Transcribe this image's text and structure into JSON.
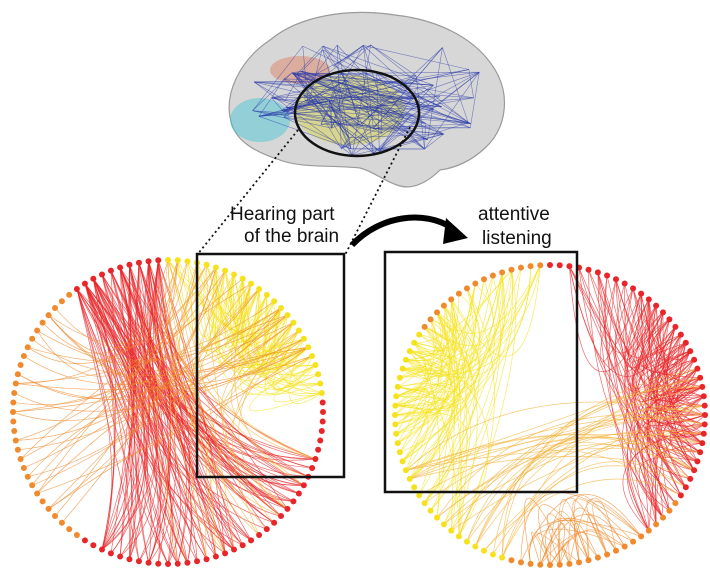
{
  "figure": {
    "label_hearing_line1": "Hearing part",
    "label_hearing_line2": "of the brain",
    "label_attentive_line1": "attentive",
    "label_attentive_line2": "listening"
  },
  "colors": {
    "background": "#ffffff",
    "brain_fill": "#c9c9c9",
    "brain_edges": "#2a3aa8",
    "cluster_red": "#e8262a",
    "cluster_orange": "#f08a2c",
    "cluster_yellow": "#f5e21c",
    "highlight_box": "#111111"
  },
  "networks": {
    "left": {
      "description_hidden": true,
      "nodes": 100
    },
    "right": {
      "nodes": 100
    }
  }
}
